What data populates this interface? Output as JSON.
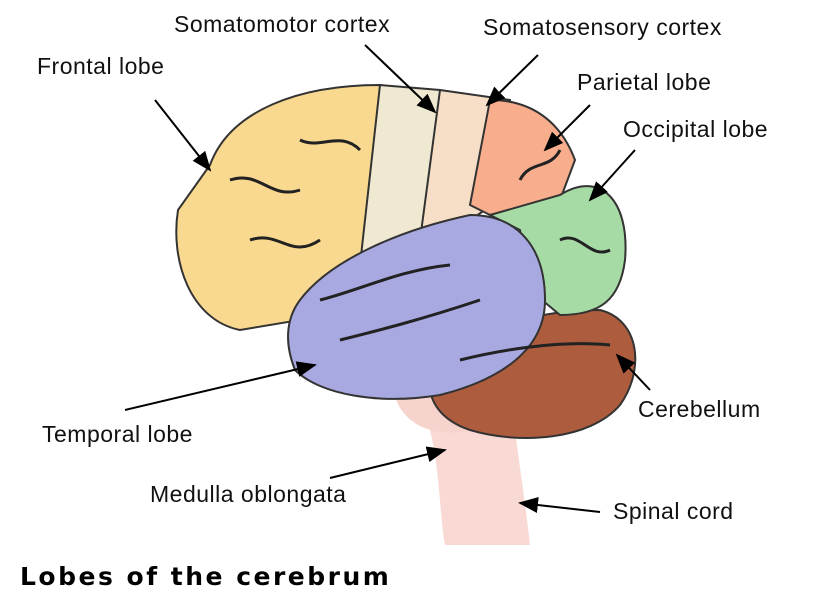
{
  "title": "Lobes of the cerebrum",
  "labels": {
    "somatomotor": "Somatomotor cortex",
    "somatosensory": "Somatosensory cortex",
    "frontal": "Frontal lobe",
    "parietal": "Parietal lobe",
    "occipital": "Occipital lobe",
    "temporal": "Temporal lobe",
    "cerebellum": "Cerebellum",
    "medulla": "Medulla oblongata",
    "spinal": "Spinal cord"
  },
  "colors": {
    "frontal": "#f9d98f",
    "somatomotor": "#efe9d2",
    "somatosensory": "#f6dfc6",
    "parietal": "#f8ae8c",
    "occipital": "#a7dba6",
    "temporal": "#a9a9e2",
    "cerebellum": "#ad5d3e",
    "brainstem": "#f8d9d4"
  }
}
